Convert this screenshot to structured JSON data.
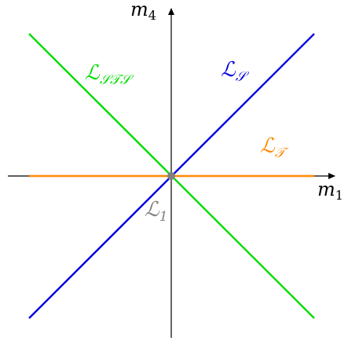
{
  "axes": {
    "x": {
      "name": "m",
      "index": "1"
    },
    "y": {
      "name": "m",
      "index": "4"
    }
  },
  "lines": [
    {
      "id": "LS",
      "label_main": "ℒ",
      "label_sub": "𝒮",
      "color": "#0000dd",
      "slope": 1
    },
    {
      "id": "LSTS",
      "label_main": "ℒ",
      "label_sub": "𝒮𝒯𝒮",
      "color": "#00dd00",
      "slope": -1
    },
    {
      "id": "LT",
      "label_main": "ℒ",
      "label_sub": "𝒯",
      "color": "#ff8800",
      "slope": 0
    }
  ],
  "origin": {
    "label_main": "ℒ",
    "label_sub": "1",
    "color": "#808080"
  },
  "colors": {
    "axis": "#000000",
    "background": "#ffffff"
  }
}
